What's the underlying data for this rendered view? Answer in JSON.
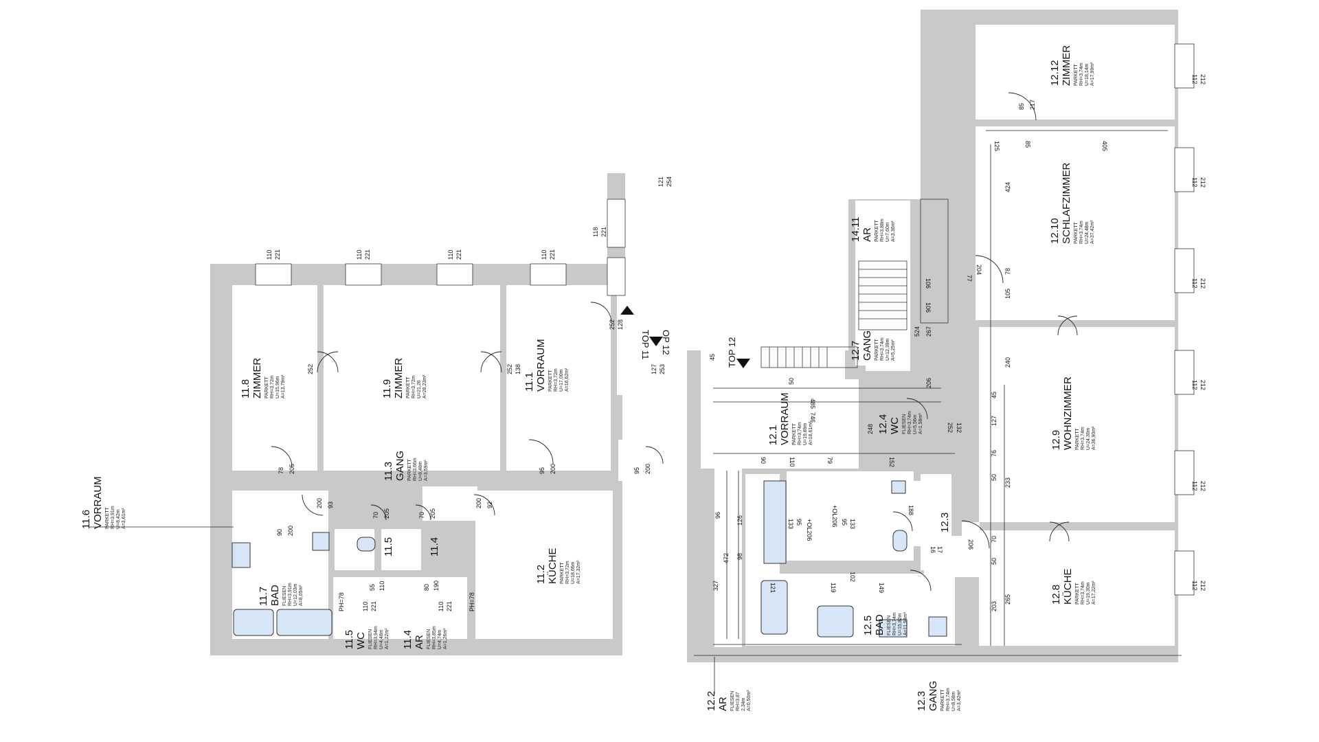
{
  "rooms": [
    {
      "id": "11.8",
      "name": "ZIMMER",
      "floor": "PARKETT",
      "rh": "RH=3,72m",
      "u": "U=15,96m",
      "a": "A=13,79m²"
    },
    {
      "id": "11.9",
      "name": "ZIMMER",
      "floor": "PARKETT",
      "rh": "RH=3,72m",
      "u": "U=21,26",
      "a": "A=28,23m²"
    },
    {
      "id": "11.1",
      "name": "VORRAUM",
      "floor": "PARKETT",
      "rh": "RH=3,72m",
      "u": "U=17,00m",
      "a": "A=16,62m²"
    },
    {
      "id": "11.3",
      "name": "GANG",
      "floor": "PARKETT",
      "rh": "RH=3,66m",
      "u": "U=8,48m",
      "a": "A=3,59m²"
    },
    {
      "id": "11.6",
      "name": "VORRAUM",
      "floor": "PARKETT",
      "rh": "RH=3,91m",
      "u": "U=8,42m",
      "a": "A=3,61m²"
    },
    {
      "id": "11.7",
      "name": "BAD",
      "floor": "FLIESEN",
      "rh": "RH=3,91m",
      "u": "U=12,03m",
      "a": "A=8,05m²"
    },
    {
      "id": "11.5",
      "name": "WC",
      "floor": "FLIESEN",
      "rh": "RH=3,94m",
      "u": "U=4,48m",
      "a": "A=1,22m²"
    },
    {
      "id": "11.4",
      "name": "AR",
      "floor": "FLIESEN",
      "rh": "RH=3,85m",
      "u": "U=4,74m",
      "a": "A=1,26m²"
    },
    {
      "id": "11.2",
      "name": "KÜCHE",
      "floor": "PARKETT",
      "rh": "RH=3,72m",
      "u": "U=18,66m",
      "a": "A=17,32m²"
    },
    {
      "id": "12.12",
      "name": "ZIMMER",
      "floor": "PARKETT",
      "rh": "RH=3,74m",
      "u": "U=18,14m",
      "a": "A=17,99m²"
    },
    {
      "id": "12.10",
      "name": "SCHLAFZIMMER",
      "floor": "PARKETT",
      "rh": "RH=3,74m",
      "u": "U=24,48m",
      "a": "A=37,42m²"
    },
    {
      "id": "12.9",
      "name": "WOHNZIMMER",
      "floor": "PARKETT",
      "rh": "RH=3,74m",
      "u": "U=24,30m",
      "a": "A=36,90m²"
    },
    {
      "id": "12.8",
      "name": "KÜCHE",
      "floor": "PARKETT",
      "rh": "RH=3,74m",
      "u": "U=19,30m",
      "a": "A=17,22m²"
    },
    {
      "id": "14.11",
      "name": "AR",
      "floor": "PARKETT",
      "rh": "RH=3,88m",
      "u": "U=7,60m",
      "a": "A=3,36m²"
    },
    {
      "id": "12.7",
      "name": "GANG",
      "floor": "PARKETT",
      "rh": "RH=3,74m",
      "u": "U=12,39m",
      "a": "A=5,25m²"
    },
    {
      "id": "12.1",
      "name": "VORRAUM",
      "floor": "PARKETT",
      "rh": "RH=3,74m",
      "u": "U=19,89m",
      "a": "A=18,61m²"
    },
    {
      "id": "12.4",
      "name": "WC",
      "floor": "FLIESEN",
      "rh": "RH=3,74m",
      "u": "U=5,56m",
      "a": "A=1,58m²"
    },
    {
      "id": "12.5",
      "name": "BAD",
      "floor": "FLIESEN",
      "rh": "RH=3,74m",
      "u": "U=15,82m",
      "a": "A=11,94m²"
    },
    {
      "id": "12.2",
      "name": "AR",
      "floor": "FLIESEN",
      "rh": "RH=3,87",
      "u": "2,34m",
      "a": "A=0,50m²"
    },
    {
      "id": "12.3",
      "name": "GANG",
      "floor": "PARKETT",
      "rh": "RH=3,74m",
      "u": "U=8,58m",
      "a": "A=3,42m²"
    }
  ],
  "tops": {
    "top11": "TOP 11",
    "top12": "TOP 12",
    "top12b": "OP 12"
  },
  "dims": {
    "d110": "110",
    "d221": "221",
    "d118": "118",
    "d221b": "221",
    "d121": "121",
    "d254": "254",
    "d252": "252",
    "d138": "138",
    "d128": "128",
    "d127": "127",
    "d253": "253",
    "d78": "78",
    "d205": "205",
    "d95": "95",
    "d200": "200",
    "d90": "90",
    "d93": "93",
    "d70": "70",
    "d92": "92",
    "d55": "55",
    "d80": "80",
    "d190": "190",
    "ph78": "PH=78",
    "d112": "112",
    "d212": "212",
    "d85": "85",
    "d217": "217",
    "d125": "125",
    "d405": "405",
    "d424": "424",
    "d105": "105",
    "d240": "240",
    "d233": "233",
    "d265": "265",
    "d203": "203",
    "d50": "50",
    "d76": "76",
    "d45": "45",
    "d485": "485",
    "d746": "746",
    "d524": "524",
    "d267": "267",
    "d206": "206",
    "d248": "248",
    "d152": "152",
    "d79": "79",
    "d472": "472",
    "d327": "327",
    "d126": "126",
    "d96": "96",
    "d98": "98",
    "d119": "119",
    "d149": "149",
    "d121b": "121",
    "d102": "102",
    "d206b": "206",
    "d188": "188",
    "d133": "133",
    "d16": "16",
    "d17": "17",
    "d106": "106",
    "d204": "204",
    "d77": "77",
    "d132": "132",
    "ol206": "+OL206"
  }
}
